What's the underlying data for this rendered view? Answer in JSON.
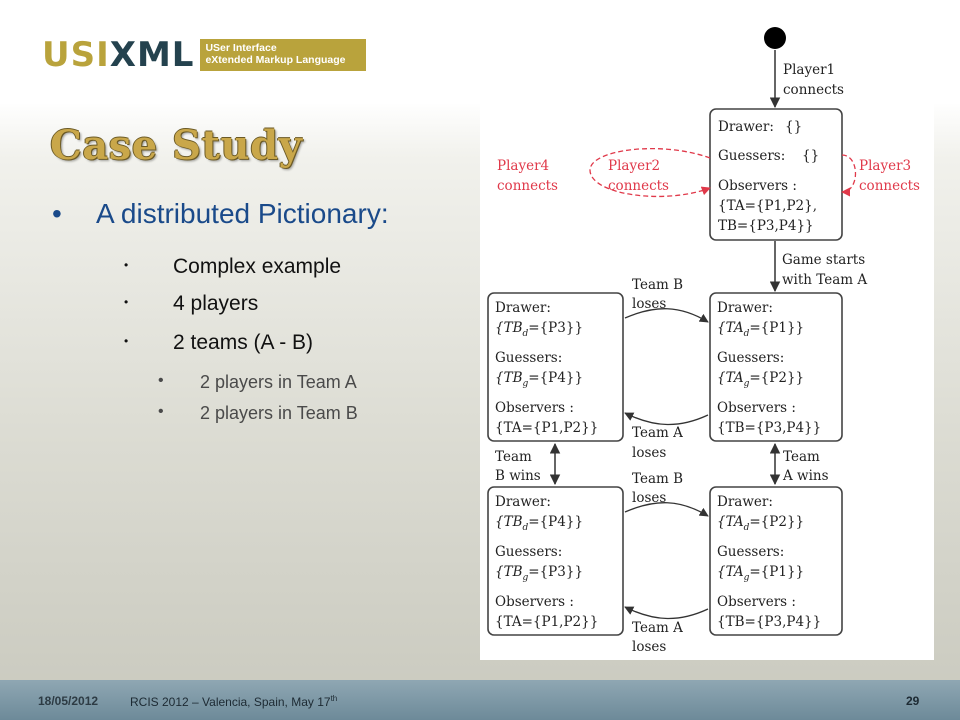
{
  "logo": {
    "word_u": "U",
    "word_si": "SI",
    "word_xml": "XML",
    "tag_line1": "USer Interface",
    "tag_line2": "eXtended Markup Language"
  },
  "slide": {
    "title": "Case Study",
    "bullet_main": "A distributed Pictionary:",
    "sub_bullets": [
      "Complex example",
      "4 players",
      "2 teams (A - B)"
    ],
    "sub_sub_bullets": [
      "2 players in Team A",
      "2 players in Team B"
    ]
  },
  "diagram": {
    "start_edge": [
      "Player1",
      "connects"
    ],
    "player4": [
      "Player4",
      "connects"
    ],
    "player2": [
      "Player2",
      "connects"
    ],
    "player3": [
      "Player3",
      "connects"
    ],
    "init_state": {
      "drawer": "Drawer:",
      "drawer_val": "{}",
      "guessers": "Guessers:",
      "guessers_val": "{}",
      "observers": "Observers :",
      "obs1": "{TA={P1,P2},",
      "obs2": "TB={P3,P4}}"
    },
    "game_starts": [
      "Game starts",
      "with Team A"
    ],
    "team_b_loses": [
      "Team B",
      "loses"
    ],
    "team_a_loses": [
      "Team A",
      "loses"
    ],
    "team_b_wins": [
      "Team",
      "B wins"
    ],
    "team_a_wins": [
      "Team",
      "A wins"
    ],
    "labels": {
      "drawer": "Drawer:",
      "guessers": "Guessers:",
      "observers": "Observers :"
    },
    "states": {
      "tb1": {
        "d_pre": "{TB",
        "d_post": "={P3}}",
        "g_pre": "{TB",
        "g_post": "={P4}}",
        "obs": "{TA={P1,P2}}"
      },
      "ta1": {
        "d_pre": "{TA",
        "d_post": "={P1}}",
        "g_pre": "{TA",
        "g_post": "={P2}}",
        "obs": "{TB={P3,P4}}"
      },
      "tb2": {
        "d_pre": "{TB",
        "d_post": "={P4}}",
        "g_pre": "{TB",
        "g_post": "={P3}}",
        "obs": "{TA={P1,P2}}"
      },
      "ta2": {
        "d_pre": "{TA",
        "d_post": "={P2}}",
        "g_pre": "{TA",
        "g_post": "={P1}}",
        "obs": "{TB={P3,P4}}"
      }
    },
    "sub_d": "d",
    "sub_g": "g"
  },
  "footer": {
    "date": "18/05/2012",
    "conference": "RCIS 2012 – Valencia, Spain, May 17",
    "conference_sup": "th",
    "page": "29"
  },
  "colors": {
    "title_gold": "#c9a74a",
    "bullet_blue": "#1a4a8a",
    "logo_gold": "#b9a33c",
    "logo_dark": "#24424e",
    "red_label": "#e0394a",
    "footer_blue": "#7c96a4"
  }
}
